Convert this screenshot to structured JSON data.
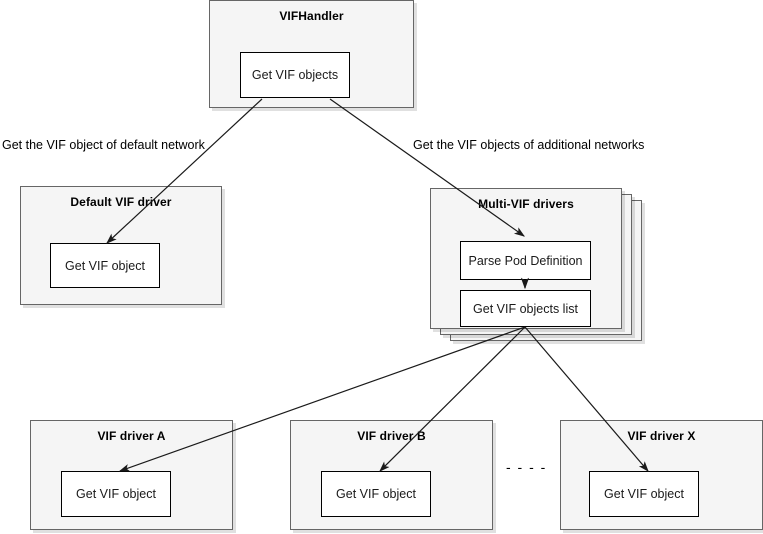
{
  "diagram": {
    "title_top": "VIFHandler",
    "nodes": {
      "vif_handler": {
        "label": "VIFHandler",
        "inner": "Get VIF objects"
      },
      "default_vif_driver": {
        "label": "Default VIF driver",
        "inner": "Get VIF object"
      },
      "multi_vif_drivers": {
        "label": "Multi-VIF drivers",
        "inner_1": "Parse Pod Definition",
        "inner_2": "Get VIF objects list"
      },
      "vif_driver_a": {
        "label": "VIF driver A",
        "inner": "Get VIF object"
      },
      "vif_driver_b": {
        "label": "VIF driver B",
        "inner": "Get VIF object"
      },
      "vif_driver_x": {
        "label": "VIF driver X",
        "inner": "Get VIF object"
      }
    },
    "edge_labels": {
      "left": "Get the VIF object of default network",
      "right": "Get the VIF objects of additional networks"
    },
    "ellipsis": "- - - -",
    "colors": {
      "container_fill": "#f5f5f5",
      "container_stroke": "#666666",
      "inner_fill": "#ffffff",
      "inner_stroke": "#000000",
      "edge_stroke": "#1a1a1a",
      "text": "#000000",
      "page_background": "#ffffff"
    }
  }
}
